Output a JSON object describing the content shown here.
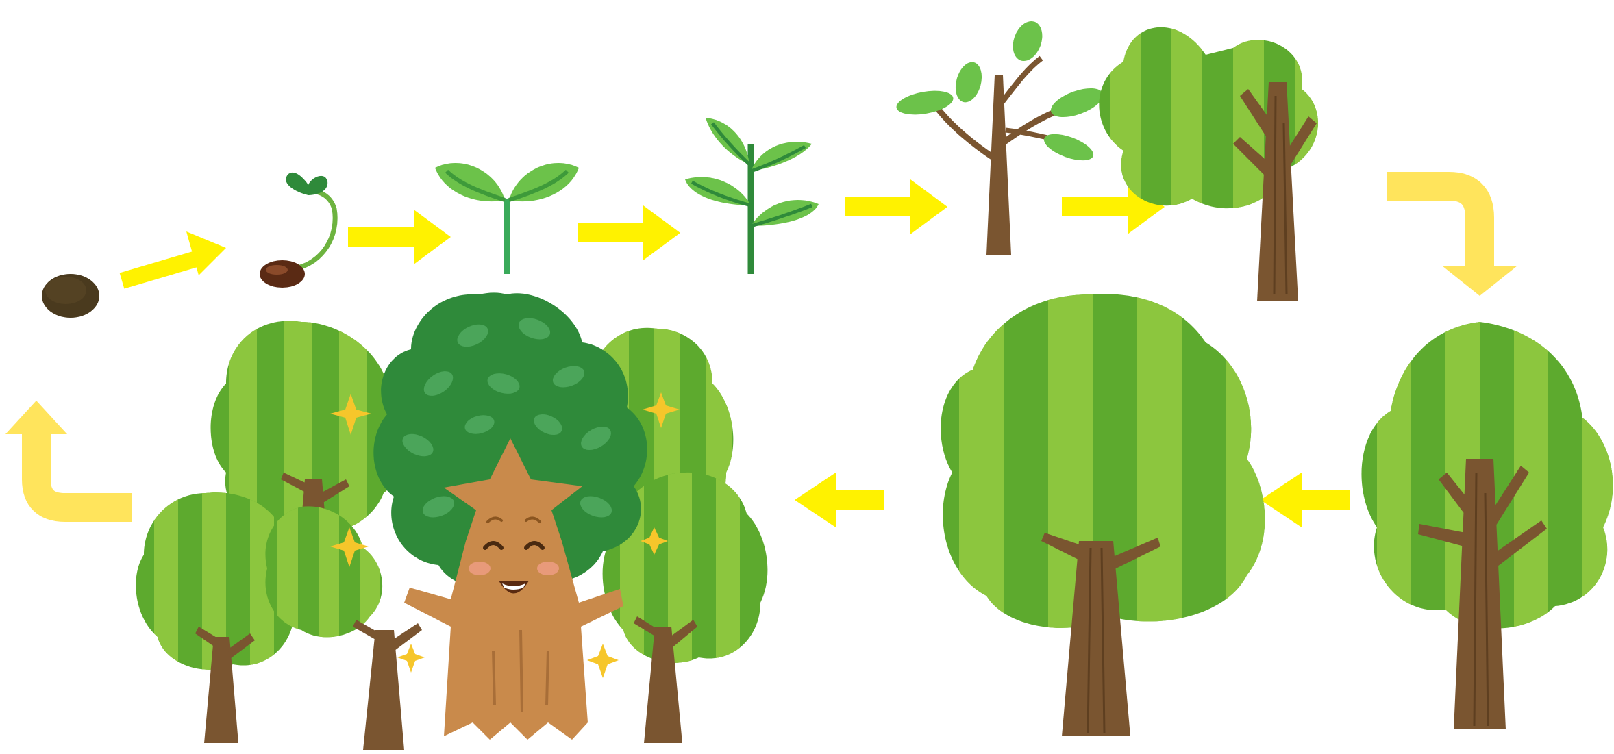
{
  "diagram": {
    "stages": [
      {
        "id": "seed",
        "icon": "seed-icon"
      },
      {
        "id": "germinating-seed",
        "icon": "germinating-seed-icon"
      },
      {
        "id": "sprout",
        "icon": "sprout-icon"
      },
      {
        "id": "seedling",
        "icon": "seedling-icon"
      },
      {
        "id": "sapling",
        "icon": "sapling-icon"
      },
      {
        "id": "young-tree",
        "icon": "young-tree-icon"
      },
      {
        "id": "growing-tree",
        "icon": "growing-tree-icon"
      },
      {
        "id": "large-tree",
        "icon": "large-tree-icon"
      },
      {
        "id": "forest",
        "icon": "forest-icon"
      }
    ],
    "flow": [
      "seed",
      "germinating-seed",
      "sprout",
      "seedling",
      "sapling",
      "young-tree",
      "growing-tree",
      "large-tree",
      "forest",
      "seed"
    ],
    "colors": {
      "straight_arrow": "#FFF200",
      "curved_arrow": "#FFE45C",
      "leaf_light": "#8CC63E",
      "leaf_dark": "#5DAA2E",
      "forest_leaf_dark": "#2F8A3A",
      "trunk": "#7A5530",
      "mascot_trunk": "#C98A4B",
      "seed": "#4A3A1E",
      "sparkle": "#F6C62B"
    }
  }
}
